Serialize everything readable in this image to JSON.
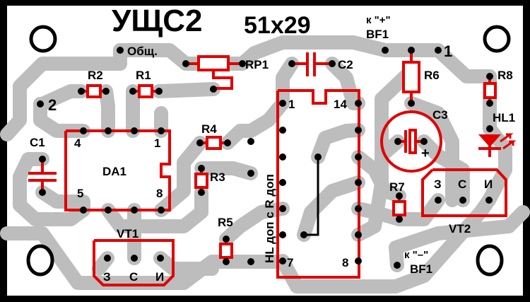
{
  "board": {
    "title": "УЩС2",
    "size": "51x29",
    "colors": {
      "background": "#000000",
      "board": "#ffffff",
      "trace": "#bdbdbd",
      "component": "#e00000",
      "pad": "#000000"
    }
  },
  "labels": {
    "common": "Общ.",
    "plus_line1": "к \"+\"",
    "plus_line2": "BF1",
    "minus_line1": "к \"–\"",
    "minus_line2": "BF1",
    "point1": "1",
    "point2": "2",
    "hl_note": "HL доп с R доп"
  },
  "components": {
    "R1": "R1",
    "R2": "R2",
    "R3": "R3",
    "R4": "R4",
    "R5": "R5",
    "R6": "R6",
    "R7": "R7",
    "R8": "R8",
    "RP1": "RP1",
    "C1": "C1",
    "C2": "C2",
    "C3": "C3",
    "C3_polarity": "+",
    "DA1": "DA1",
    "HL1": "HL1",
    "VT1": "VT1",
    "VT2": "VT2"
  },
  "da1_pins": {
    "p4": "4",
    "p1": "1",
    "p5": "5",
    "p8": "8"
  },
  "ic_pins": {
    "p1": "1",
    "p14": "14",
    "p7": "7",
    "p8": "8"
  },
  "vt1_pins": [
    "З",
    "С",
    "И"
  ],
  "vt2_pins": [
    "З",
    "С",
    "И"
  ]
}
